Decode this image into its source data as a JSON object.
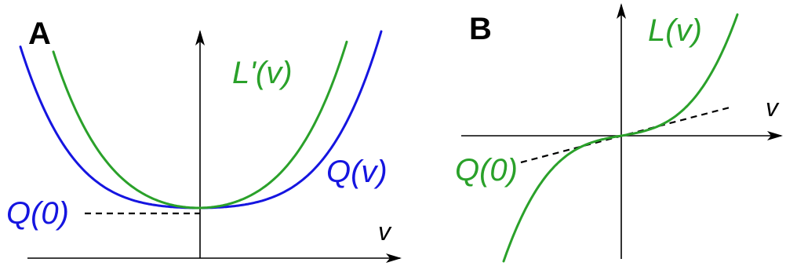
{
  "colors": {
    "green": "#2aa12a",
    "blue": "#1515e0",
    "black": "#000000"
  },
  "panel_a": {
    "letter": "A",
    "curve_green_label": "L'(v)",
    "curve_blue_label": "Q(v)",
    "intercept_label": "Q(0)",
    "axis_label": "v"
  },
  "panel_b": {
    "letter": "B",
    "curve_label": "L(v)",
    "intercept_label": "Q(0)",
    "axis_label": "v"
  }
}
